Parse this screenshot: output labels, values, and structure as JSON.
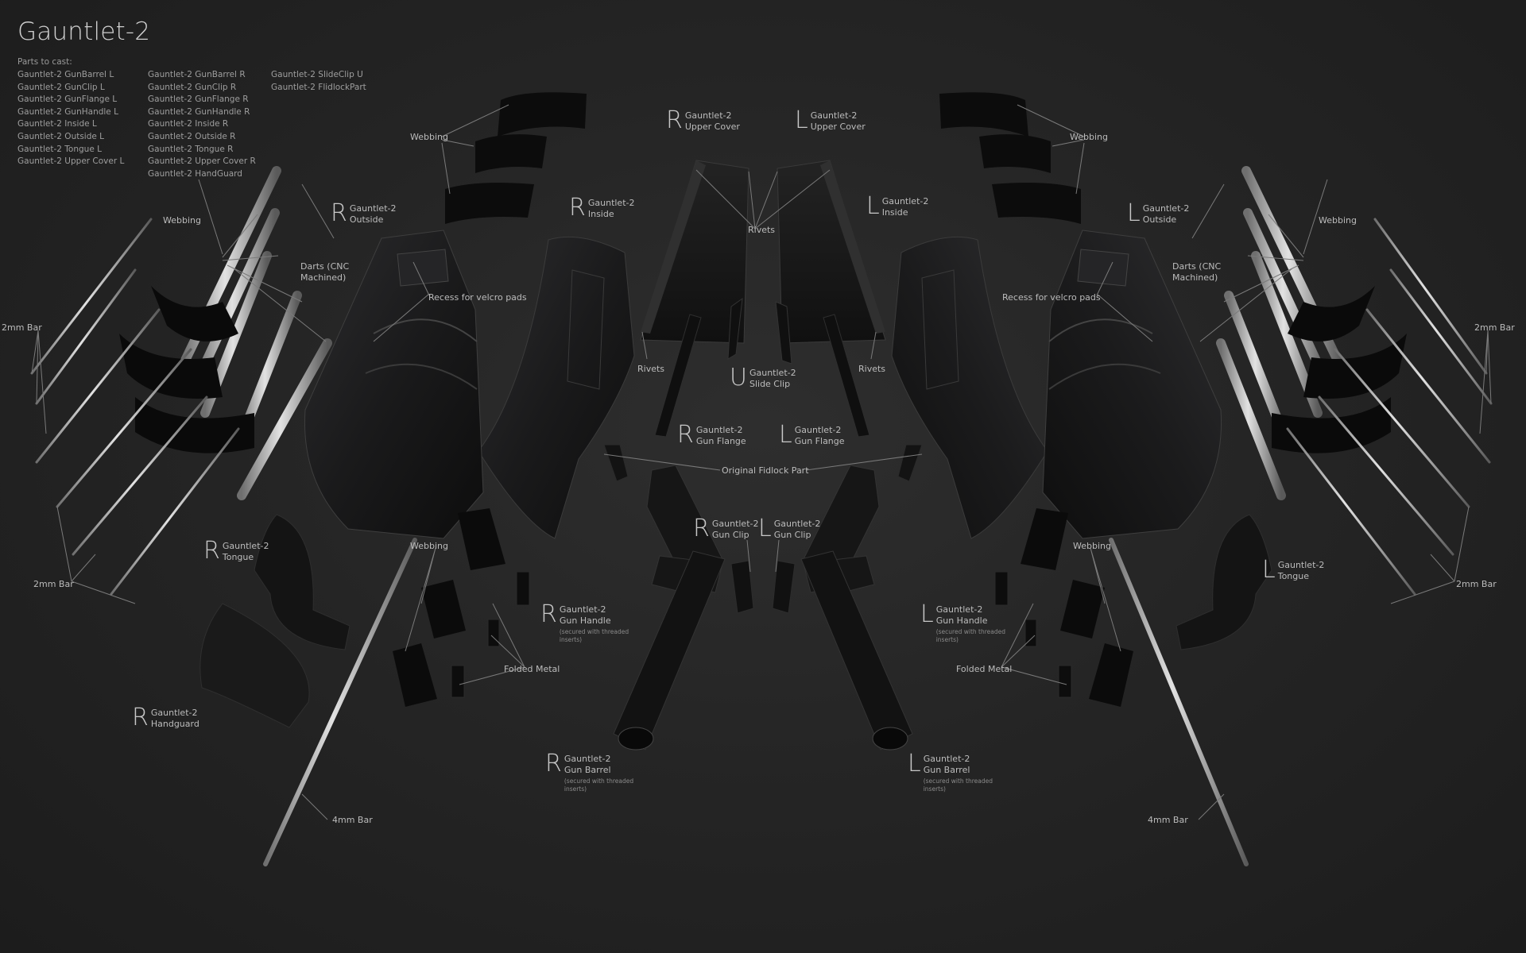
{
  "title": "Gauntlet-2",
  "parts_heading": "Parts to cast:",
  "parts_col1": [
    "Gauntlet-2 GunBarrel L",
    "Gauntlet-2 GunClip L",
    "Gauntlet-2 GunFlange L",
    "Gauntlet-2 GunHandle L",
    "Gauntlet-2 Inside L",
    "Gauntlet-2 Outside L",
    "Gauntlet-2 Tongue L",
    "Gauntlet-2 Upper Cover L"
  ],
  "parts_col2": [
    "Gauntlet-2 GunBarrel R",
    "Gauntlet-2 GunClip R",
    "Gauntlet-2 GunFlange R",
    "Gauntlet-2 GunHandle R",
    "Gauntlet-2 Inside R",
    "Gauntlet-2 Outside R",
    "Gauntlet-2 Tongue R",
    "Gauntlet-2 Upper Cover R",
    "Gauntlet-2 HandGuard"
  ],
  "parts_col3": [
    "Gauntlet-2 SlideClip U",
    "Gauntlet-2 FlidlockPart"
  ],
  "labels": {
    "r_upper_cover": {
      "side": "R",
      "l1": "Gauntlet-2",
      "l2": "Upper Cover"
    },
    "l_upper_cover": {
      "side": "L",
      "l1": "Gauntlet-2",
      "l2": "Upper Cover"
    },
    "r_outside": {
      "side": "R",
      "l1": "Gauntlet-2",
      "l2": "Outside"
    },
    "r_inside": {
      "side": "R",
      "l1": "Gauntlet-2",
      "l2": "Inside"
    },
    "l_inside": {
      "side": "L",
      "l1": "Gauntlet-2",
      "l2": "Inside"
    },
    "l_outside": {
      "side": "L",
      "l1": "Gauntlet-2",
      "l2": "Outside"
    },
    "u_slide_clip": {
      "side": "U",
      "l1": "Gauntlet-2",
      "l2": "Slide Clip"
    },
    "r_gun_flange": {
      "side": "R",
      "l1": "Gauntlet-2",
      "l2": "Gun Flange"
    },
    "l_gun_flange": {
      "side": "L",
      "l1": "Gauntlet-2",
      "l2": "Gun Flange"
    },
    "r_gun_clip": {
      "side": "R",
      "l1": "Gauntlet-2",
      "l2": "Gun Clip"
    },
    "l_gun_clip": {
      "side": "L",
      "l1": "Gauntlet-2",
      "l2": "Gun Clip"
    },
    "r_tongue": {
      "side": "R",
      "l1": "Gauntlet-2",
      "l2": "Tongue"
    },
    "l_tongue": {
      "side": "L",
      "l1": "Gauntlet-2",
      "l2": "Tongue"
    },
    "r_gun_handle": {
      "side": "R",
      "l1": "Gauntlet-2",
      "l2": "Gun Handle",
      "note1": "(secured with threaded",
      "note2": "inserts)"
    },
    "l_gun_handle": {
      "side": "L",
      "l1": "Gauntlet-2",
      "l2": "Gun Handle",
      "note1": "(secured with threaded",
      "note2": "inserts)"
    },
    "r_handguard": {
      "side": "R",
      "l1": "Gauntlet-2",
      "l2": "Handguard"
    },
    "r_gun_barrel": {
      "side": "R",
      "l1": "Gauntlet-2",
      "l2": "Gun Barrel",
      "note1": "(secured with threaded",
      "note2": "inserts)"
    },
    "l_gun_barrel": {
      "side": "L",
      "l1": "Gauntlet-2",
      "l2": "Gun Barrel",
      "note1": "(secured with threaded",
      "note2": "inserts)"
    }
  },
  "plain": {
    "webbing": "Webbing",
    "rivets": "Rivets",
    "darts_l1": "Darts (CNC",
    "darts_l2": "Machined)",
    "recess": "Recess for velcro pads",
    "bar2": "2mm Bar",
    "bar4": "4mm Bar",
    "folded_metal": "Folded Metal",
    "fidlock": "Original Fidlock Part"
  }
}
